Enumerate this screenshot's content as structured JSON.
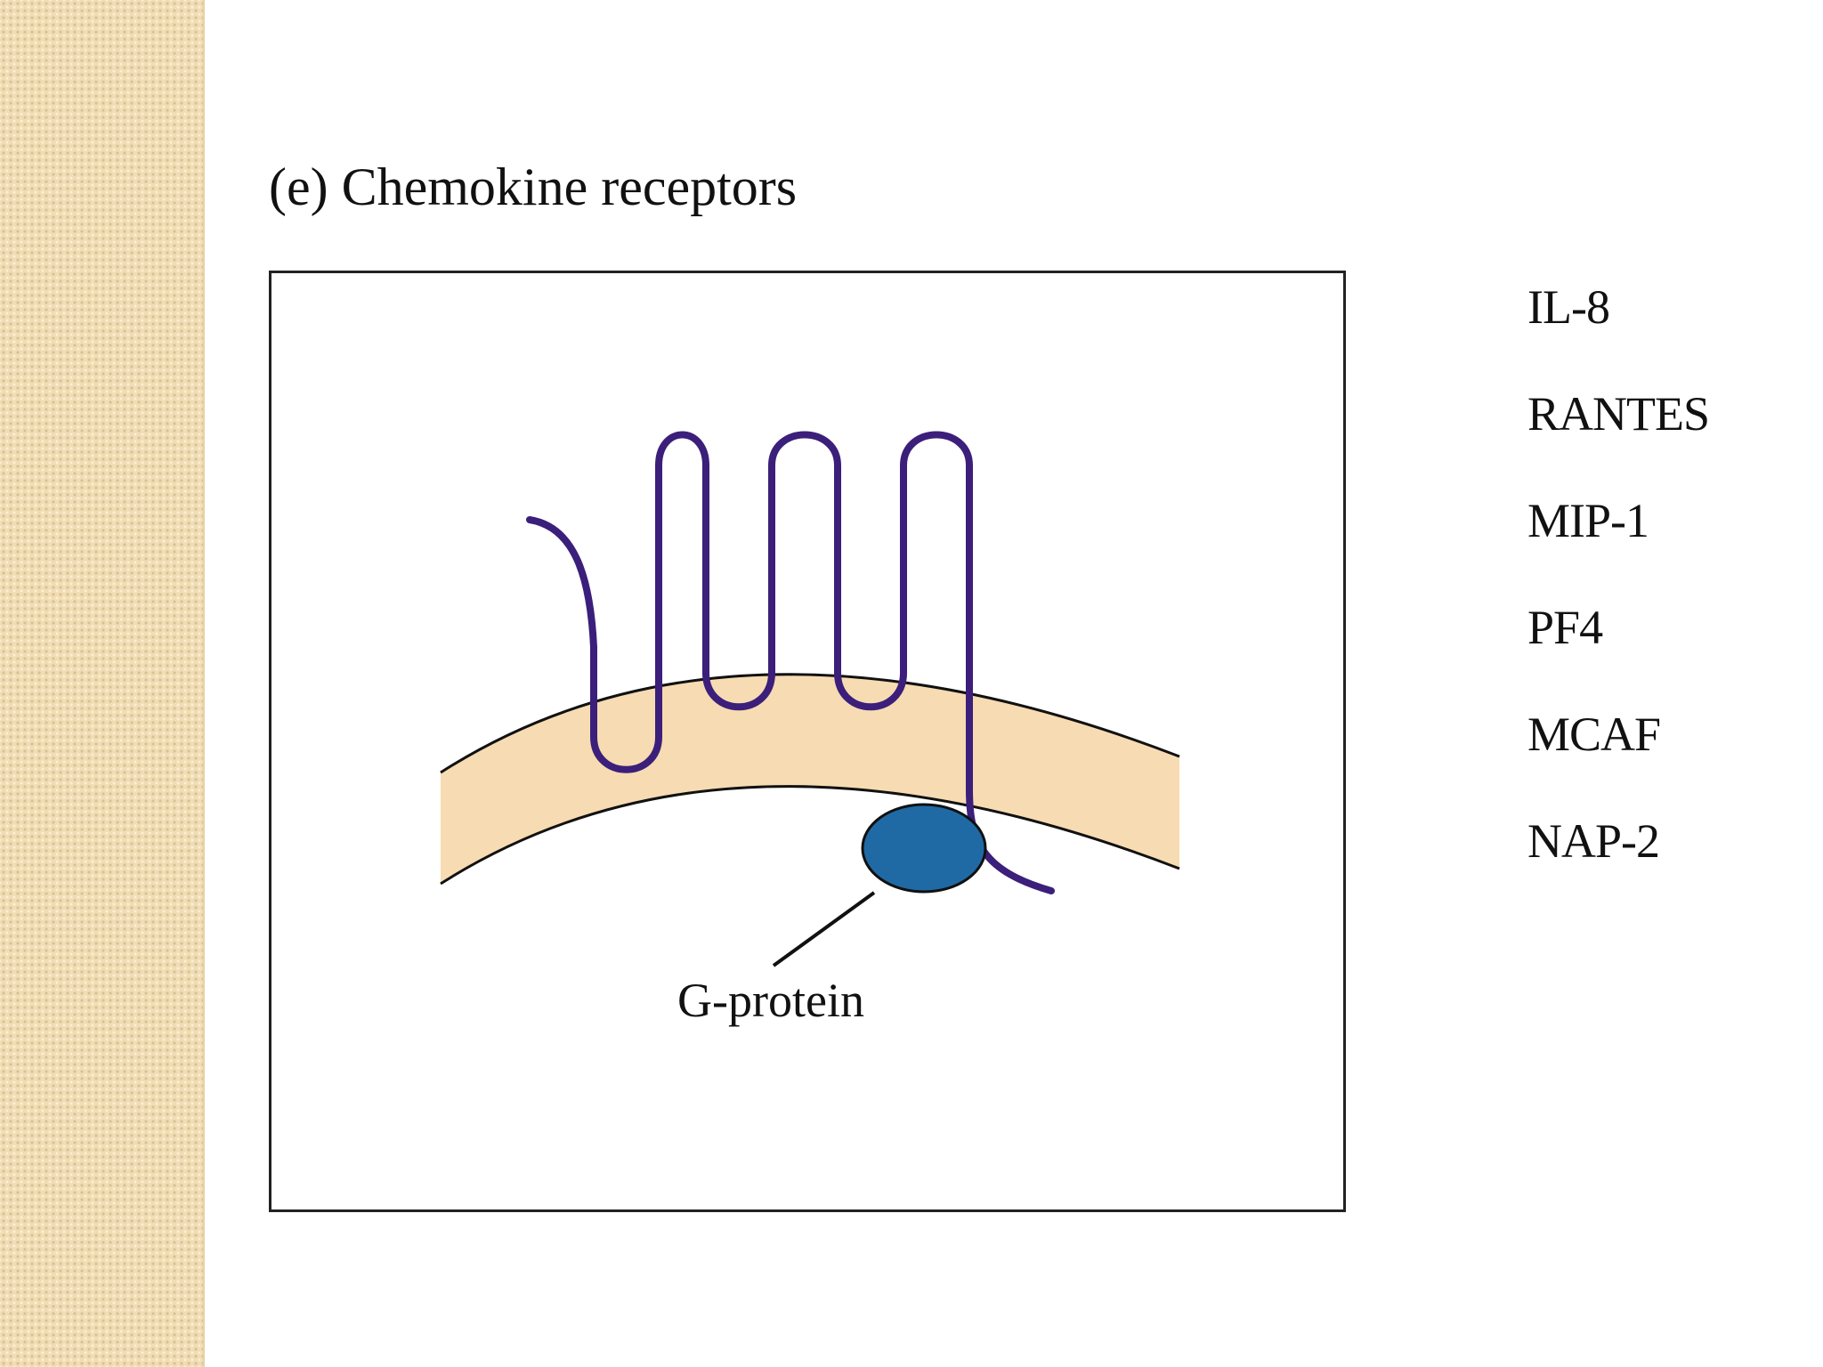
{
  "title": "(e) Chemokine receptors",
  "diagram": {
    "labels": {
      "g_protein": "G-protein"
    },
    "colors": {
      "membrane_fill": "#f7dbb2",
      "receptor_line": "#3b1f7a",
      "g_protein_fill": "#1f6aa5",
      "outline": "#111111"
    }
  },
  "ligands": [
    "IL-8",
    "RANTES",
    "MIP-1",
    "PF4",
    "MCAF",
    "NAP-2"
  ]
}
